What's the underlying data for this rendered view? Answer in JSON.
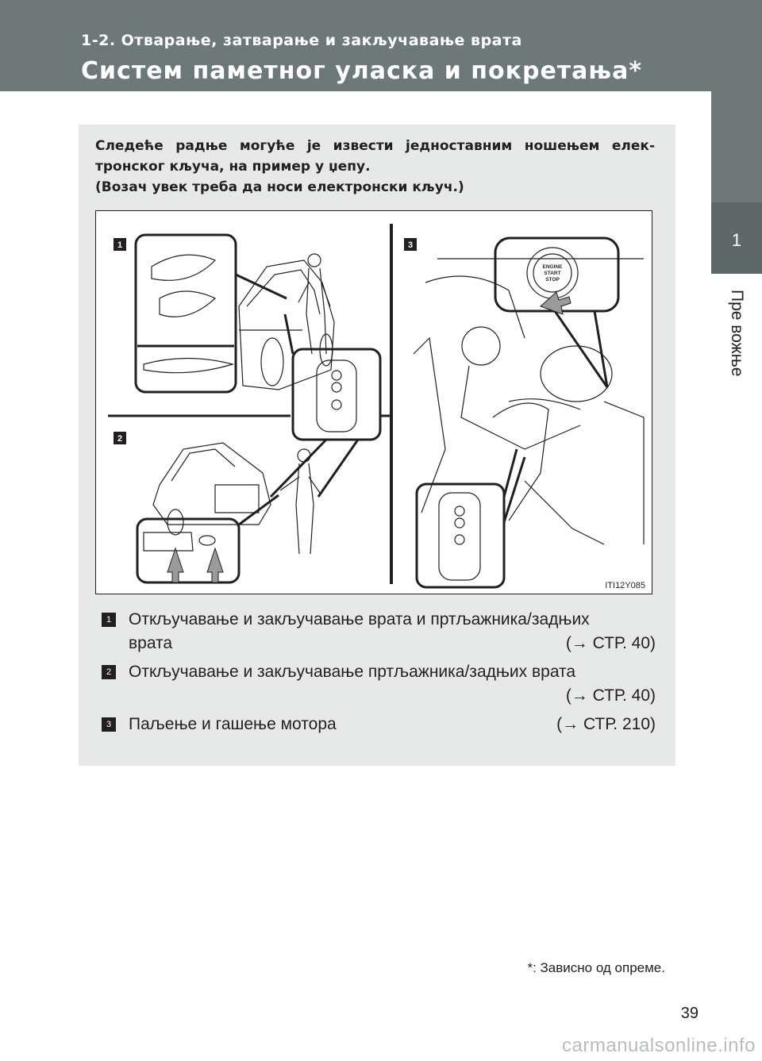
{
  "header": {
    "section": "1-2. Отварање, затварање и закључавање врата",
    "title": "Систем паметног уласка и покретања*"
  },
  "side_tab": {
    "number": "1",
    "label": "Пре вожње"
  },
  "intro": {
    "line1": "Следеће радње могуће је извести једноставним ношењем елек-",
    "line2": "тронског кључа, на пример у џепу.",
    "line3": "(Возач увек треба да носи електронски кључ.)"
  },
  "figure": {
    "code": "ITI12Y085",
    "callouts": [
      "1",
      "2",
      "3"
    ],
    "button_text": [
      "ENGINE",
      "START",
      "STOP"
    ]
  },
  "items": [
    {
      "num": "1",
      "text_line1": "Откључавање и закључавање врата и пртљажника/задњих",
      "text_line2": "врата",
      "ref": "(→ СТР. 40)"
    },
    {
      "num": "2",
      "text_line1": "Откључавање и закључавање пртљажника/задњих врата",
      "ref": "(→ СТР. 40)"
    },
    {
      "num": "3",
      "text_line1": "Паљење и гашење мотора",
      "ref": "(→ СТР. 210)"
    }
  ],
  "footnote": "*: Зависно од опреме.",
  "page_number": "39",
  "watermark": "carmanualsonline.info"
}
